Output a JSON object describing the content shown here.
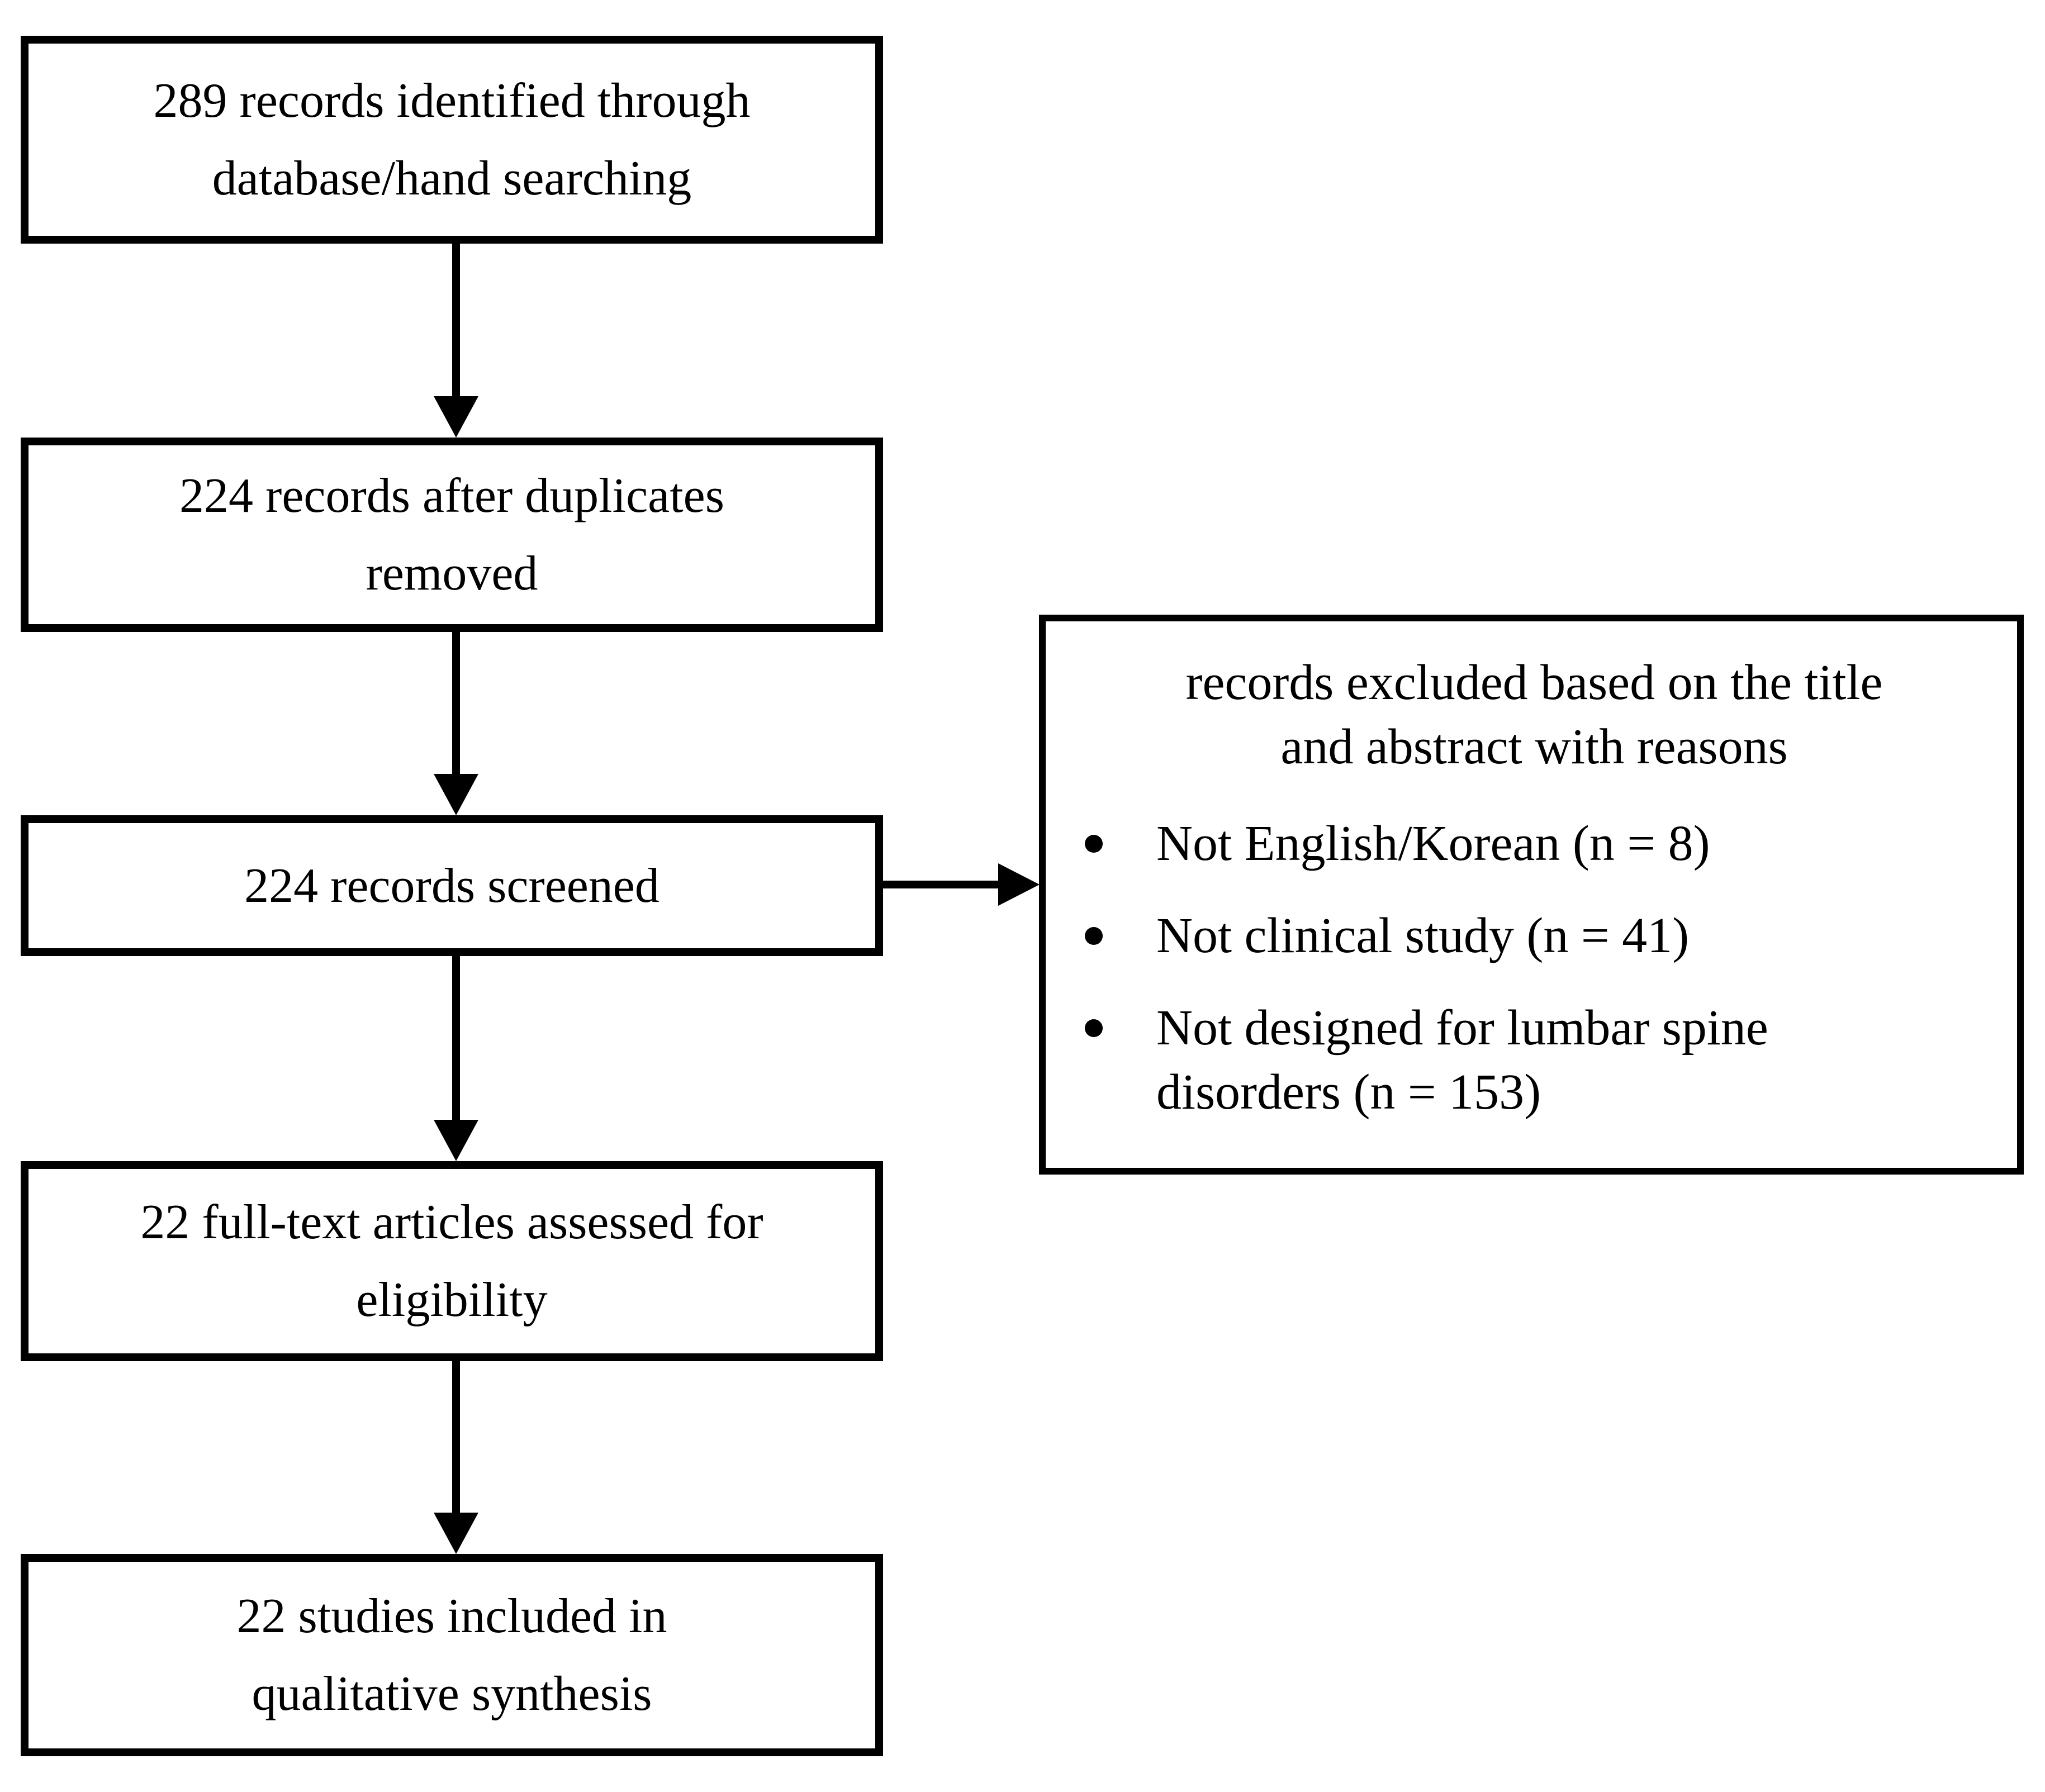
{
  "flow": {
    "boxes": [
      {
        "lines": [
          "289 records identified through",
          "database/hand searching"
        ]
      },
      {
        "lines": [
          "224 records after duplicates",
          "removed"
        ]
      },
      {
        "lines": [
          "224 records screened"
        ]
      },
      {
        "lines": [
          "22 full-text articles assessed for",
          "eligibility"
        ]
      },
      {
        "lines": [
          "22 studies included in",
          "qualitative synthesis"
        ]
      }
    ],
    "exclusion_box": {
      "title_lines": [
        "records excluded based on the title",
        "and abstract with reasons"
      ],
      "bullets": [
        {
          "lines": [
            "Not English/Korean (n = 8)"
          ]
        },
        {
          "lines": [
            "Not clinical study (n = 41)"
          ]
        },
        {
          "lines": [
            "Not designed for lumbar spine",
            "disorders (n = 153)"
          ]
        }
      ]
    },
    "colors": {
      "border": "#000000",
      "text": "#000000",
      "background": "#ffffff"
    }
  }
}
